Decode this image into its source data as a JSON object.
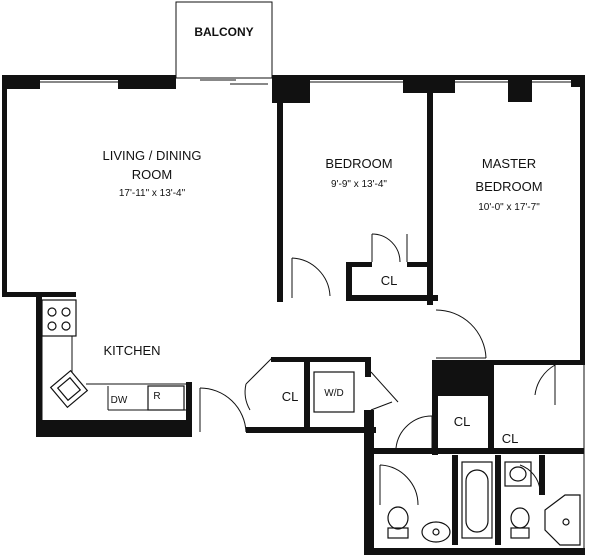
{
  "rooms": {
    "balcony": {
      "label": "BALCONY"
    },
    "living_dining": {
      "label_line1": "LIVING / DINING",
      "label_line2": "ROOM",
      "dimensions": "17'-11\" x 13'-4\""
    },
    "bedroom": {
      "label": "BEDROOM",
      "dimensions": "9'-9\" x 13'-4\""
    },
    "master_bedroom": {
      "label_line1": "MASTER",
      "label_line2": "BEDROOM",
      "dimensions": "10'-0\" x 17'-7\""
    },
    "kitchen": {
      "label": "KITCHEN"
    }
  },
  "closets": {
    "bedroom_closet": "CL",
    "hall_closet": "CL",
    "master_closet_1": "CL",
    "master_closet_2": "CL"
  },
  "appliances": {
    "dishwasher": "DW",
    "refrigerator": "R",
    "washer_dryer": "W/D"
  }
}
